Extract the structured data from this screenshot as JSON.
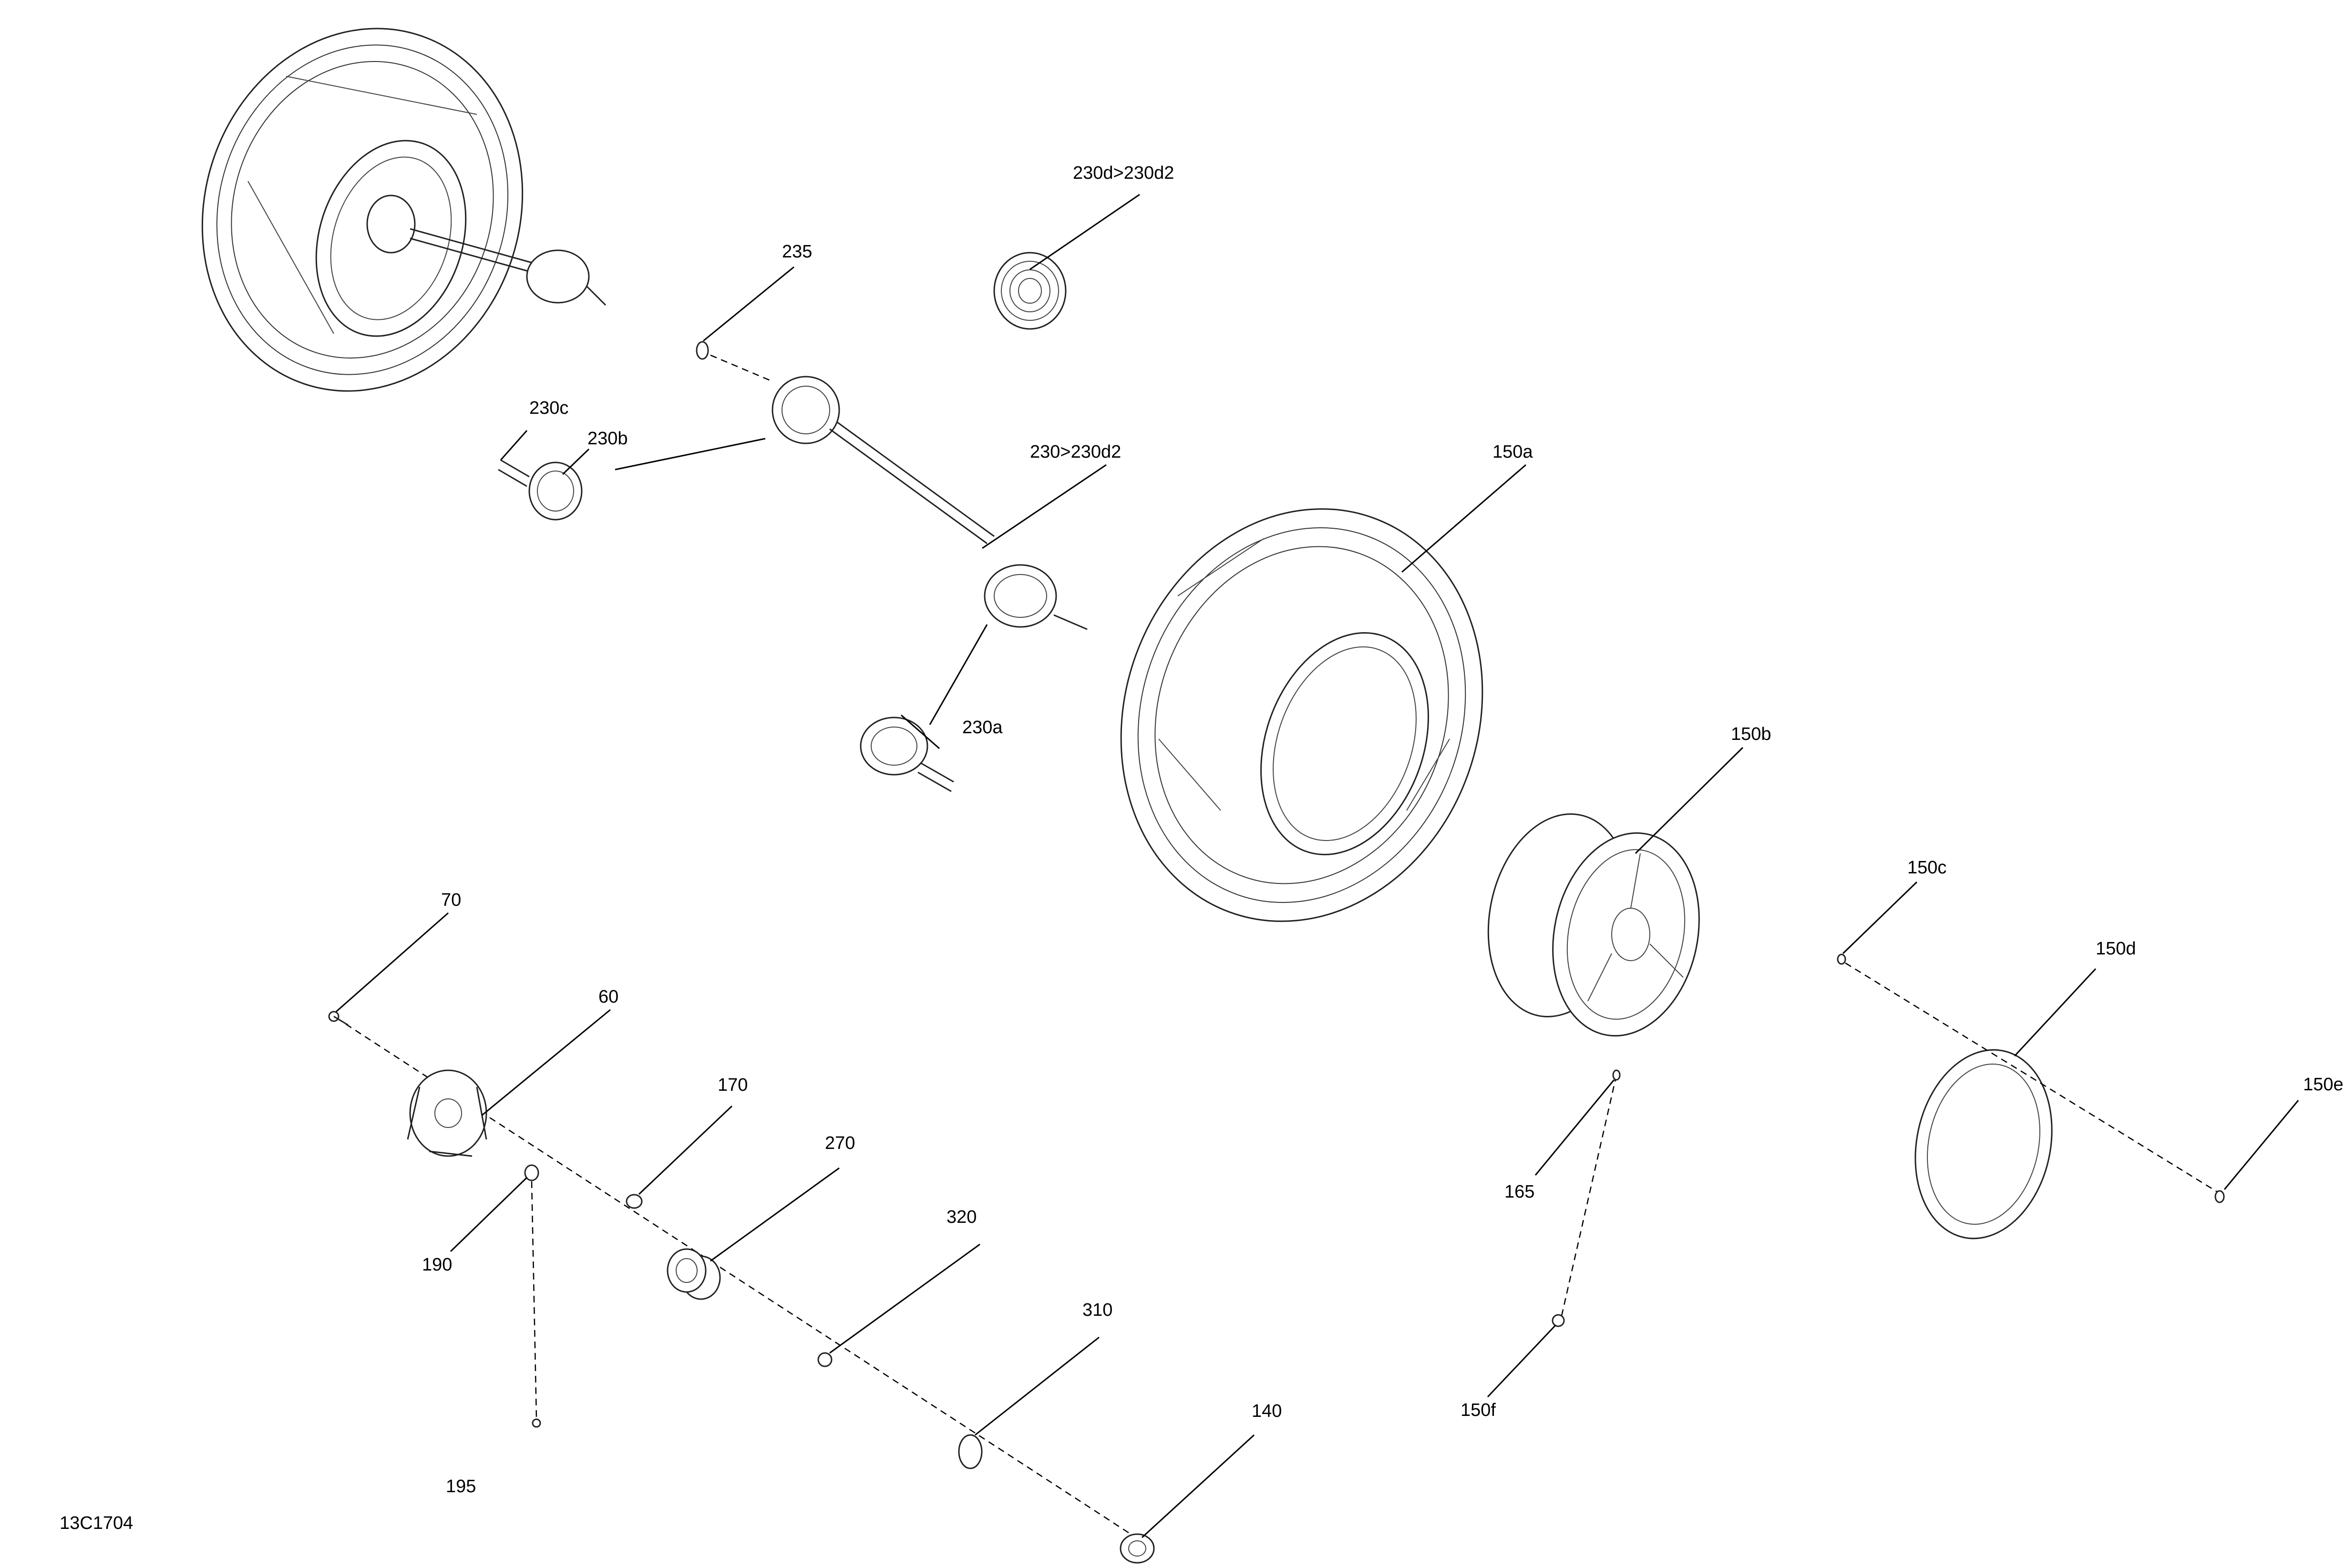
{
  "drawing_code": "13C1704",
  "callouts": {
    "c230d_230d2": "230d>230d2",
    "c235": "235",
    "c230c": "230c",
    "c230b": "230b",
    "c230_230d2": "230>230d2",
    "c150a": "150a",
    "c230a": "230a",
    "c150b": "150b",
    "c150c": "150c",
    "c150d": "150d",
    "c150e": "150e",
    "c165": "165",
    "c150f": "150f",
    "c70": "70",
    "c60": "60",
    "c170": "170",
    "c270": "270",
    "c320": "320",
    "c190": "190",
    "c310": "310",
    "c140": "140",
    "c195": "195"
  }
}
